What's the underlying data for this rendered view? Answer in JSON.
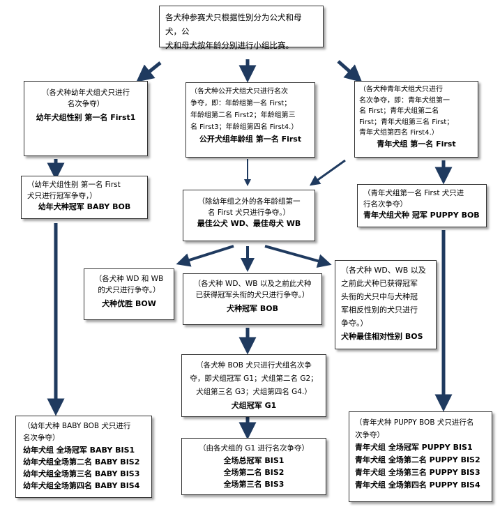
{
  "top": {
    "line1": "各犬种参赛犬只根据性别分为公犬和母犬，公",
    "line2": "犬和母犬按年龄分别进行小组比赛。"
  },
  "baby_group": {
    "desc1": "（各犬种幼年犬组犬只进行",
    "desc2": "名次争夺）",
    "title": "幼年犬组性别 第一名 First1"
  },
  "open_group": {
    "desc1": "（各犬种公开犬组犬只进行名次",
    "desc2": "争夺，即：年龄组第一名 First；",
    "desc3": "年龄组第二名 First2；年龄组第三",
    "desc4": "名 First3；年龄组第四名 First4.）",
    "title": "公开犬组年龄组  第一名 First"
  },
  "puppy_group": {
    "desc1": "（各犬种青年犬组犬只进行",
    "desc2": "名次争夺，即：青年犬组第一",
    "desc3": "名  First；青年犬组第二名",
    "desc4": "First；青年犬组第三名 First；",
    "desc5": "青年犬组第四名 First4.）",
    "title": "青年犬组  第一名 First"
  },
  "baby_bob": {
    "desc1": "（幼年犬组性别  第一名  First",
    "desc2": "犬只进行冠军争夺，）",
    "title": "幼年犬种冠军 BABY BOB"
  },
  "wd_wb": {
    "desc1": "（除幼年组之外的各年龄组第一",
    "desc2": "名 First 犬只进行争夺。）",
    "title": "最佳公犬 WD、最佳母犬 WB"
  },
  "puppy_bob": {
    "desc1": "（青年犬组第一名  First  犬只进",
    "desc2": "行名次争夺）",
    "title": "青年犬组犬种 冠军 PUPPY BOB"
  },
  "bow": {
    "desc1": "（各犬种 WD 和 WB",
    "desc2": "的犬只进行争夺。）",
    "title": "犬种优胜 BOW"
  },
  "bob": {
    "desc1": "（各犬种 WD、WB 以及之前此犬种",
    "desc2": "已获得冠军头衔的犬只进行争夺。）",
    "title": "犬种冠军 BOB"
  },
  "bos": {
    "desc1": "（各犬种  WD、WB 以及",
    "desc2": "之前此犬种已获得冠军",
    "desc3": "头衔的犬只中与犬种冠",
    "desc4": "军相反性别的犬只进行",
    "desc5": "争夺。）",
    "title": "犬种最佳相对性别 BOS"
  },
  "group": {
    "desc1": "（各犬种  BOB 犬只进行犬组名次争",
    "desc2": "夺，即犬组冠军 G1；犬组第二名 G2；",
    "desc3": "犬组第三名 G3；犬组第四名 G4.）",
    "title": "犬组冠军 G1"
  },
  "baby_bis": {
    "desc1": "（幼年犬种  BABY BOB 犬只进行",
    "desc2": "名次争夺）",
    "r1": "幼年犬组 全场冠军   BABY BIS1",
    "r2": "幼年犬组全场第二名 BABY BIS2",
    "r3": "幼年犬组全场第三名 BABY BIS3",
    "r4": "幼年犬组全场第四名 BABY BIS4"
  },
  "bis": {
    "desc1": "（由各犬组的 G1 进行名次争夺）",
    "r1": "全场总冠军 BIS1",
    "r2": "全场第二名 BIS2",
    "r3": "全场第三名 BIS3"
  },
  "puppy_bis": {
    "desc1": "（青年犬种 PUPPY BOB 犬只进行名",
    "desc2": "次争夺）",
    "r1": "青年犬组   全场冠军  PUPPY BIS1",
    "r2": "青年犬组 全场第二名 PUPPY BIS2",
    "r3": "青年犬组 全场第三名 PUPPY BIS3",
    "r4": "青年犬组 全场第四名 PUPPY BIS4"
  },
  "colors": {
    "arrow": "#1f3a5f",
    "border": "#333333"
  }
}
